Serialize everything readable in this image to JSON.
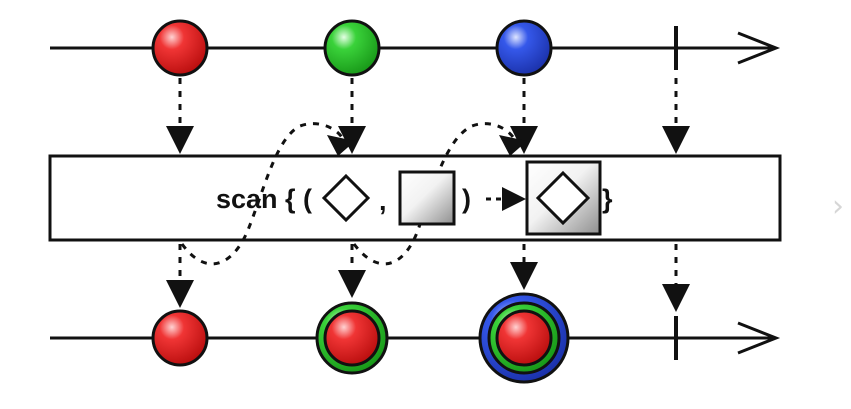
{
  "diagram": {
    "operator_label_prefix": "scan { (",
    "operator_label_comma": ",",
    "operator_label_close": ")",
    "operator_label_end": "}",
    "input_items": [
      {
        "id": "red",
        "color": "#e11d1d"
      },
      {
        "id": "green",
        "color": "#22b322"
      },
      {
        "id": "blue",
        "color": "#2747d8"
      }
    ],
    "output_items": [
      {
        "layers": [
          "red"
        ]
      },
      {
        "layers": [
          "green",
          "red"
        ]
      },
      {
        "layers": [
          "blue",
          "green",
          "red"
        ]
      }
    ],
    "colors": {
      "red": "#e11d1d",
      "green": "#22b322",
      "blue": "#2747d8",
      "line": "#111111"
    },
    "icons": [
      "diamond-icon",
      "square-icon",
      "right-chevron-icon"
    ]
  },
  "nav": {
    "next_glyph": "›"
  }
}
